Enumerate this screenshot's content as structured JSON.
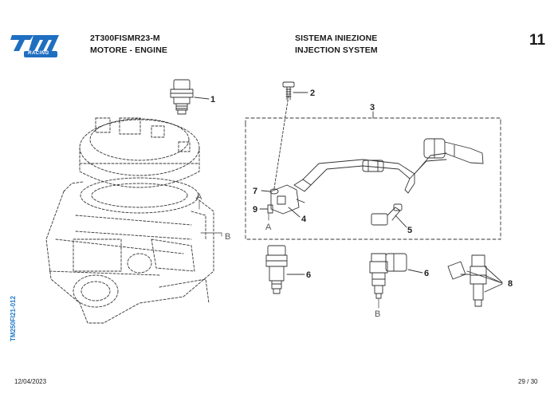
{
  "header": {
    "brand_text": "RACING",
    "model_code": "2T300FISMR23-M",
    "group_it_en": "MOTORE - ENGINE",
    "system_it": "SISTEMA INIEZIONE",
    "system_en": "INJECTION SYSTEM",
    "table_number": "11"
  },
  "side_code": "TM250FI21-012",
  "footer": {
    "date": "12/04/2023",
    "page": "29 / 30"
  },
  "callouts": {
    "c1": "1",
    "c2": "2",
    "c3": "3",
    "c4": "4",
    "c5": "5",
    "c6a": "6",
    "c6b": "6",
    "c7": "7",
    "c8": "8",
    "c9": "9"
  },
  "refs": {
    "a_engine": "A",
    "b_engine": "B",
    "a_bracket": "A",
    "b_injector": "B"
  },
  "colors": {
    "brand_blue": "#1f6fc0",
    "line": "#333333",
    "ref_grey": "#666666"
  }
}
